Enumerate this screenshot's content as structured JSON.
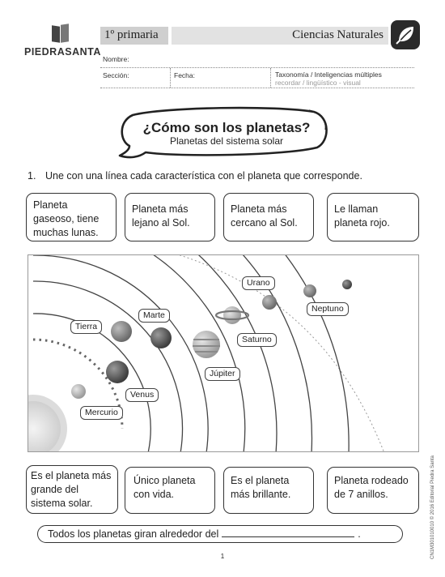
{
  "header": {
    "publisher": "PIEDRASANTA",
    "grade": "1º primaria",
    "subject": "Ciencias Naturales",
    "icon": "leaf-icon",
    "nombre_label": "Nombre:",
    "seccion_label": "Sección:",
    "fecha_label": "Fecha:",
    "taxonomia_label": "Taxonomía / Inteligencias múltiples",
    "taxonomia_values": "recordar / lingüístico - visual"
  },
  "title": {
    "main": "¿Cómo son los planetas?",
    "sub": "Planetas del sistema solar"
  },
  "instruction": {
    "number": "1.",
    "text": "Une con una línea cada característica con el planeta que corresponde."
  },
  "top_cards": [
    "Planeta gaseoso, tiene muchas lunas.",
    "Planeta más lejano al Sol.",
    "Planeta más cercano al Sol.",
    "Le llaman planeta rojo."
  ],
  "planets": [
    {
      "name": "Mercurio"
    },
    {
      "name": "Venus"
    },
    {
      "name": "Tierra"
    },
    {
      "name": "Marte"
    },
    {
      "name": "Júpiter"
    },
    {
      "name": "Saturno"
    },
    {
      "name": "Urano"
    },
    {
      "name": "Neptuno"
    }
  ],
  "bottom_cards": [
    "Es el planeta más grande del sistema solar.",
    "Único planeta con vida.",
    "Es el planeta más brillante.",
    "Planeta rodeado de 7 anillos."
  ],
  "completion": {
    "text": "Todos los planetas giran alrededor del",
    "end": "."
  },
  "page_number": "1",
  "side_code": "CN1M301010010 © 2016 Editorial Piedra Santa"
}
